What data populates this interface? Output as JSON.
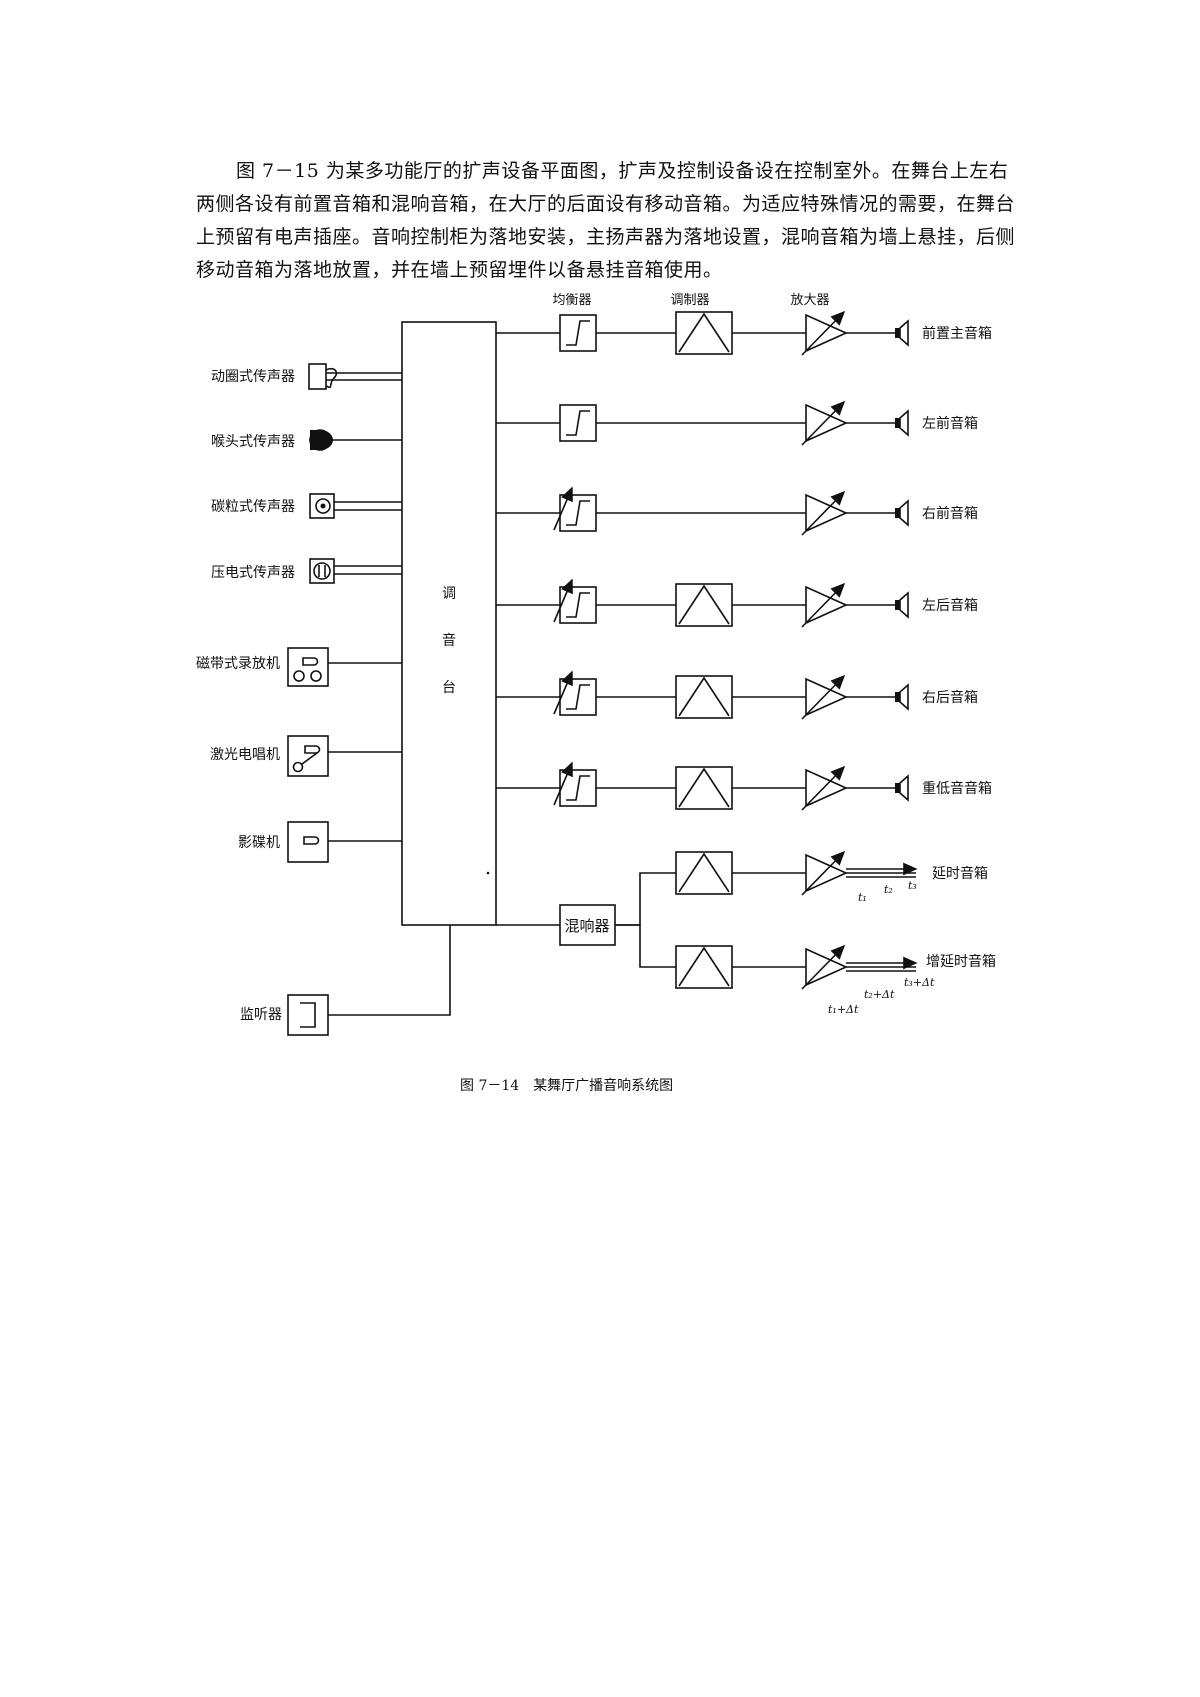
{
  "paragraph": "图 7－15 为某多功能厅的扩声设备平面图，扩声及控制设备设在控制室外。在舞台上左右两侧各设有前置音箱和混响音箱，在大厅的后面设有移动音箱。为适应特殊情况的需要，在舞台上预留有电声插座。音响控制柜为落地安装，主扬声器为落地设置，混响音箱为墙上悬挂，后侧移动音箱为落地放置，并在墙上预留埋件以备悬挂音箱使用。",
  "column_headers": {
    "equalizer": "均衡器",
    "modulator": "调制器",
    "amplifier": "放大器"
  },
  "mixer_label": [
    "调",
    "音",
    "台"
  ],
  "sources": [
    {
      "label": "动圈式传声器",
      "icon": "dynamic-mic-icon"
    },
    {
      "label": "喉头式传声器",
      "icon": "throat-mic-icon"
    },
    {
      "label": "碳粒式传声器",
      "icon": "carbon-mic-icon"
    },
    {
      "label": "压电式传声器",
      "icon": "piezo-mic-icon"
    },
    {
      "label": "磁带式录放机",
      "icon": "tape-recorder-icon"
    },
    {
      "label": "激光电唱机",
      "icon": "laser-player-icon"
    },
    {
      "label": "影碟机",
      "icon": "disc-player-icon"
    }
  ],
  "monitor": {
    "label": "监听器",
    "icon": "monitor-icon"
  },
  "outputs": [
    {
      "label": "前置主音箱",
      "adjustable_eq": false,
      "has_modulator": true
    },
    {
      "label": "左前音箱",
      "adjustable_eq": false,
      "has_modulator": false
    },
    {
      "label": "右前音箱",
      "adjustable_eq": true,
      "has_modulator": false
    },
    {
      "label": "左后音箱",
      "adjustable_eq": true,
      "has_modulator": true
    },
    {
      "label": "右后音箱",
      "adjustable_eq": true,
      "has_modulator": true
    },
    {
      "label": "重低音音箱",
      "adjustable_eq": true,
      "has_modulator": true
    }
  ],
  "reverb": {
    "label": "混响器",
    "delay_label": "延时音箱",
    "delay_times": [
      "t₁",
      "t₂",
      "t₃"
    ],
    "increased_delay_label": "增延时音箱",
    "increased_delay_times": [
      "t₁+Δt",
      "t₂+Δt",
      "t₃+Δt"
    ]
  },
  "caption": "图 7－14　某舞厅广播音响系统图"
}
